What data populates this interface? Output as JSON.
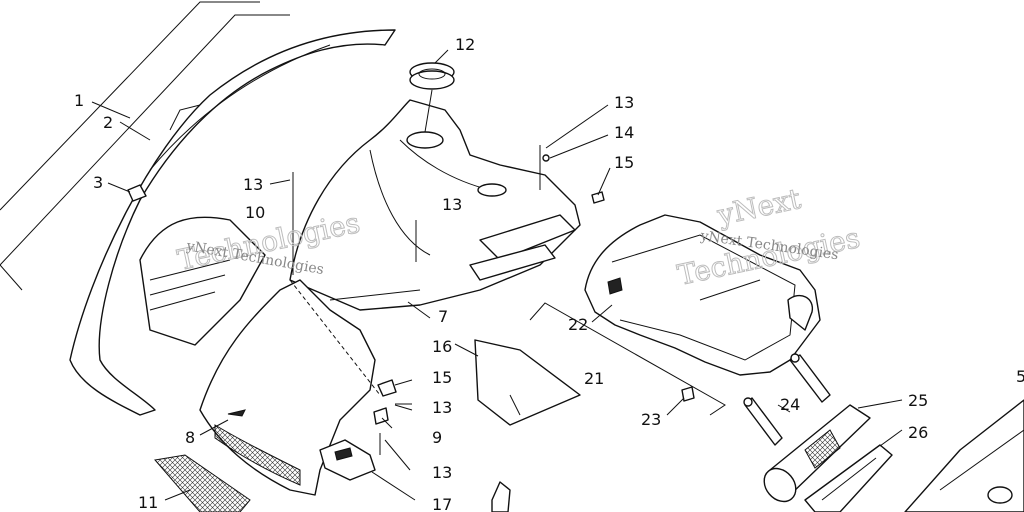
{
  "callouts": [
    {
      "id": "1",
      "label": "1"
    },
    {
      "id": "2",
      "label": "2"
    },
    {
      "id": "3",
      "label": "3"
    },
    {
      "id": "5",
      "label": "5"
    },
    {
      "id": "7",
      "label": "7"
    },
    {
      "id": "8",
      "label": "8"
    },
    {
      "id": "9",
      "label": "9"
    },
    {
      "id": "10",
      "label": "10"
    },
    {
      "id": "11",
      "label": "11"
    },
    {
      "id": "12",
      "label": "12"
    },
    {
      "id": "13a",
      "label": "13"
    },
    {
      "id": "13b",
      "label": "13"
    },
    {
      "id": "13c",
      "label": "13"
    },
    {
      "id": "13d",
      "label": "13"
    },
    {
      "id": "13e",
      "label": "13"
    },
    {
      "id": "14",
      "label": "14"
    },
    {
      "id": "15a",
      "label": "15"
    },
    {
      "id": "15b",
      "label": "15"
    },
    {
      "id": "16",
      "label": "16"
    },
    {
      "id": "17",
      "label": "17"
    },
    {
      "id": "21",
      "label": "21"
    },
    {
      "id": "22",
      "label": "22"
    },
    {
      "id": "23",
      "label": "23"
    },
    {
      "id": "24",
      "label": "24"
    },
    {
      "id": "25",
      "label": "25"
    },
    {
      "id": "26",
      "label": "26"
    }
  ],
  "watermarks": {
    "left_line1": "yNext Technologies",
    "left_line2": "Technologies",
    "right_line1": "yNext Technologies",
    "right_line2": "yNext",
    "right_line3": "Technologies"
  },
  "colors": {
    "line": "#111111",
    "background": "#ffffff",
    "watermark": "#888888"
  }
}
